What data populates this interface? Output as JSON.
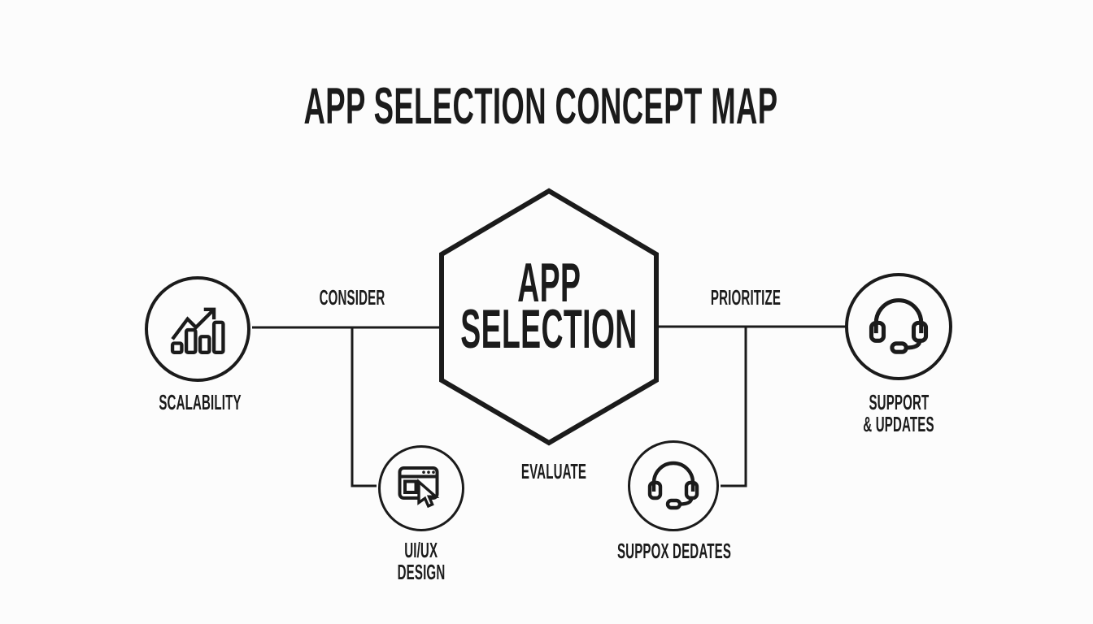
{
  "title": "APP SELECTION CONCEPT MAP",
  "center_node": {
    "lines": [
      "APP",
      "SELECTION"
    ]
  },
  "connector_labels": {
    "consider": "CONSIDER",
    "prioritize": "PRIORITIZE",
    "evaluate": "EVALUATE"
  },
  "nodes": {
    "scalability": {
      "label": "SCALABILITY",
      "icon": "growth-chart-icon"
    },
    "uiux_design": {
      "lines": [
        "UI/UX",
        "DESIGN"
      ],
      "icon": "browser-cursor-icon"
    },
    "support_updates": {
      "lines": [
        "SUPPORT",
        "& UPDATES"
      ],
      "icon": "headset-icon"
    },
    "support_dedates": {
      "label": "SUPPOX DEDATES",
      "icon": "headset-icon"
    }
  },
  "colors": {
    "ink": "#1b1b1b",
    "background": "#fcfcfc"
  }
}
